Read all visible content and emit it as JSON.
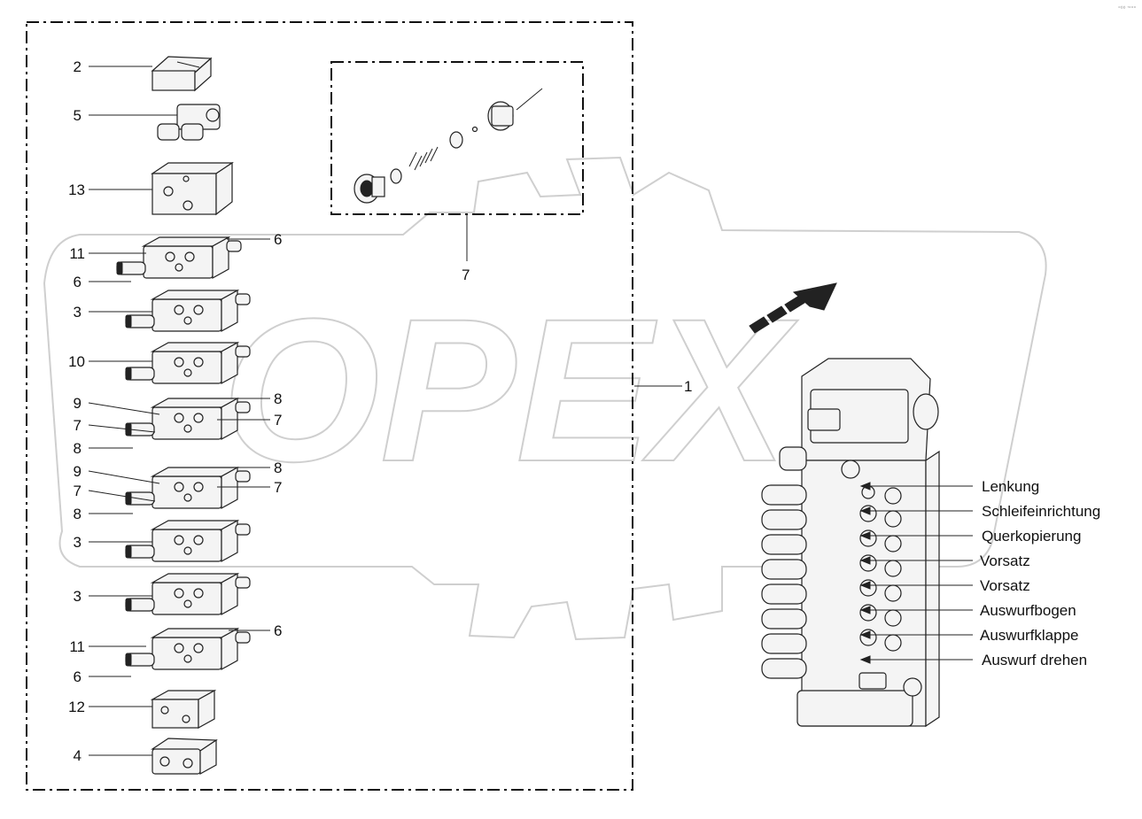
{
  "watermark": {
    "text": "OPEX"
  },
  "stamp": "°⁰⁰ ’°°°",
  "assembly_label": "1",
  "inset_label": "7",
  "exploded_labels": [
    {
      "id": "2",
      "text": "2"
    },
    {
      "id": "5",
      "text": "5"
    },
    {
      "id": "13",
      "text": "13"
    },
    {
      "id": "11a",
      "text": "11"
    },
    {
      "id": "6a",
      "text": "6"
    },
    {
      "id": "6b",
      "text": "6"
    },
    {
      "id": "3a",
      "text": "3"
    },
    {
      "id": "10",
      "text": "10"
    },
    {
      "id": "9a",
      "text": "9"
    },
    {
      "id": "7a",
      "text": "7"
    },
    {
      "id": "8a",
      "text": "8"
    },
    {
      "id": "8b",
      "text": "8"
    },
    {
      "id": "7b",
      "text": "7"
    },
    {
      "id": "9b",
      "text": "9"
    },
    {
      "id": "7c",
      "text": "7"
    },
    {
      "id": "8c",
      "text": "8"
    },
    {
      "id": "8d",
      "text": "8"
    },
    {
      "id": "7d",
      "text": "7"
    },
    {
      "id": "3b",
      "text": "3"
    },
    {
      "id": "3c",
      "text": "3"
    },
    {
      "id": "11b",
      "text": "11"
    },
    {
      "id": "6c",
      "text": "6"
    },
    {
      "id": "6d",
      "text": "6"
    },
    {
      "id": "12",
      "text": "12"
    },
    {
      "id": "4",
      "text": "4"
    }
  ],
  "functions": [
    "Lenkung",
    "Schleifeinrichtung",
    "Querkopierung",
    "Vorsatz",
    "Vorsatz",
    "Auswurfbogen",
    "Auswurfklappe",
    "Auswurf drehen"
  ]
}
